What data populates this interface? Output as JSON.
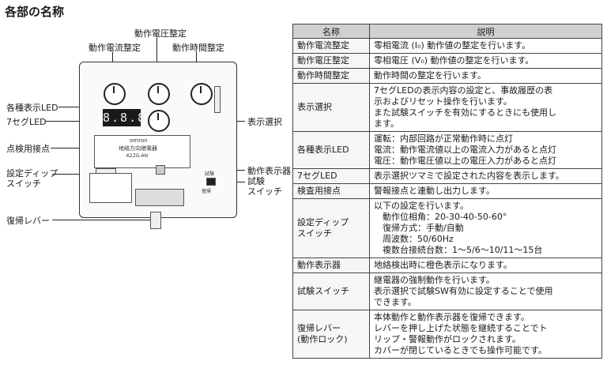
{
  "page_title": "各部の名称",
  "diagram": {
    "label_voltage": "動作電圧整定",
    "label_current": "動作電流整定",
    "label_time": "動作時間整定",
    "label_leds": "各種表示LED",
    "label_7seg": "7セグLED",
    "label_display_select": "表示選択",
    "label_test_terminal": "点検用接点",
    "label_dip": "設定ディップ\nスイッチ",
    "label_indicator": "動作表示器",
    "label_test_switch": "試験\nスイッチ",
    "label_reset": "復帰レバー",
    "device_brand": "omron",
    "device_name": "地絡方向継電器",
    "device_model": "K2ZG-AN",
    "seg_text": "8.8.8",
    "mark": "試験",
    "reset_mark": "復帰"
  },
  "table": {
    "headers": [
      "名称",
      "説明"
    ],
    "rows": [
      {
        "name": "動作電流整定",
        "desc": "零相電流 (I₀) 動作値の整定を行います。"
      },
      {
        "name": "動作電圧整定",
        "desc": "零相電圧 (V₀) 動作値の整定を行います。"
      },
      {
        "name": "動作時間整定",
        "desc": "動作時間の整定を行います。"
      },
      {
        "name": "表示選択",
        "desc": "7セグLEDの表示内容の設定と、事故履歴の表\n示およびリセット操作を行います。\nまた試験スイッチを有効にするときにも使用し\nます。"
      },
      {
        "name": "各種表示LED",
        "desc": "運転：内部回路が正常動作時に点灯\n電流：動作電流値以上の電流入力があると点灯\n電圧：動作電圧値以上の電圧入力があると点灯"
      },
      {
        "name": "7セグLED",
        "desc": "表示選択ツマミで設定された内容を表示します。"
      },
      {
        "name": "検査用接点",
        "desc": "警報接点と連動し出力します。"
      },
      {
        "name": "設定ディップ\nスイッチ",
        "desc": "以下の設定を行います。\n　動作位相角：20-30-40-50-60°\n　復帰方式：手動/自動\n　周波数：50/60Hz\n　複数台接続台数：1～5/6～10/11～15台"
      },
      {
        "name": "動作表示器",
        "desc": "地絡検出時に橙色表示になります。"
      },
      {
        "name": "試験スイッチ",
        "desc": "継電器の強制動作を行います。\n表示選択で試験SW有効に設定することで使用\nできます。"
      },
      {
        "name": "復帰レバー\n(動作ロック)",
        "desc": "本体動作と動作表示器を復帰できます。\nレバーを押し上げた状態を継続することでト\nリップ・警報動作がロックされます。\nカバーが閉じているときでも操作可能です。"
      }
    ]
  }
}
